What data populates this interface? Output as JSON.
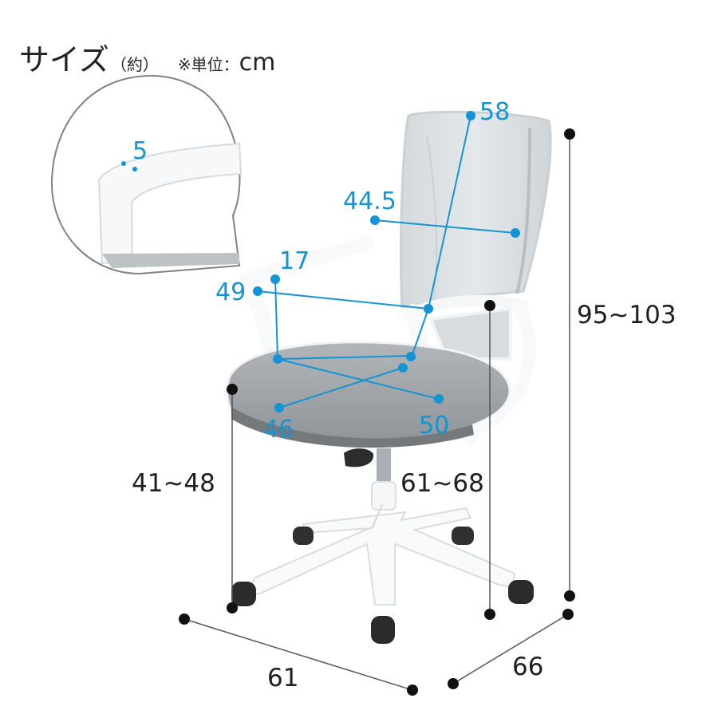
{
  "header": {
    "title_main": "サイズ",
    "title_sub": "（約）",
    "unit_label": "※単位：",
    "unit_value": "cm"
  },
  "colors": {
    "blue_accent": "#1594d4",
    "black_dim": "#1f1f1f",
    "frame": "#f4f6f7",
    "seat": "#9ea3a7",
    "back": "#dfe3e6"
  },
  "dimensions": {
    "back_width": "44.5",
    "back_height": "58",
    "arm_height": "49",
    "arm_width": "17",
    "seat_depth": "46",
    "seat_width": "50",
    "detail_thickness": "5",
    "total_height": "95~103",
    "seat_height": "41~48",
    "arm_to_floor": "61~68",
    "base_depth": "61",
    "base_width": "66"
  }
}
